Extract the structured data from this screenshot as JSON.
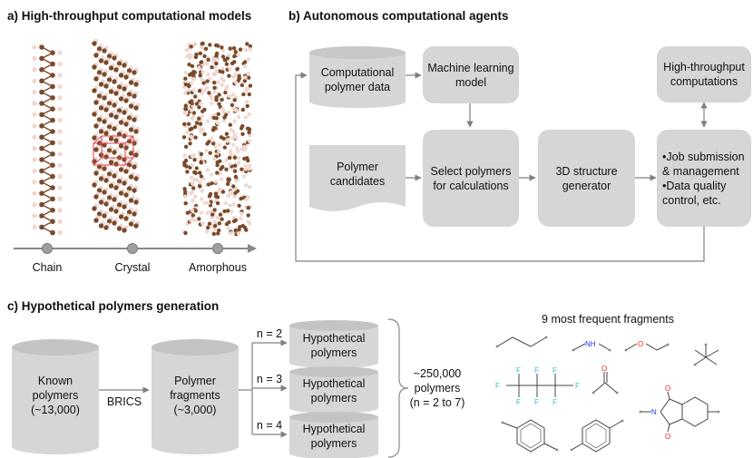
{
  "panel_a": {
    "title": "a) High-throughput computational models",
    "axis_labels": [
      "Chain",
      "Crystal",
      "Amorphous"
    ]
  },
  "panel_b": {
    "title": "b) Autonomous computational agents",
    "comp_data": "Computational\npolymer data",
    "ml_model": "Machine learning\nmodel",
    "ht_comp": "High-throughput\ncomputations",
    "candidates": "Polymer\ncandidates",
    "select": "Select polymers\nfor calculations",
    "structure_gen": "3D structure\ngenerator",
    "job_mgmt": "•Job submission\n  & management\n•Data quality\n  control, etc."
  },
  "panel_c": {
    "title": "c) Hypothetical polymers generation",
    "known": "Known\npolymers\n(~13,000)",
    "brics": "BRICS",
    "fragments": "Polymer\nfragments\n(~3,000)",
    "branches": [
      {
        "n": "n = 2",
        "label": "Hypothetical\npolymers"
      },
      {
        "n": "n = 3",
        "label": "Hypothetical\npolymers"
      },
      {
        "n": "n = 4",
        "label": "Hypothetical\npolymers"
      }
    ],
    "total": "~250,000\npolymers\n(n = 2 to 7)",
    "fragments_title": "9 most frequent fragments",
    "fragment_atoms": {
      "nh": "NH",
      "f": "F",
      "o": "O",
      "n": "N"
    }
  },
  "colors": {
    "box": "#d6d6d6",
    "arrow": "#808080",
    "carbon": "#7a4a2a",
    "hydrogen": "#f0d8d0",
    "cell": "#e04050",
    "fluorine": "#30c0d0",
    "oxygen": "#ff2020",
    "nitrogen": "#3030ff"
  }
}
